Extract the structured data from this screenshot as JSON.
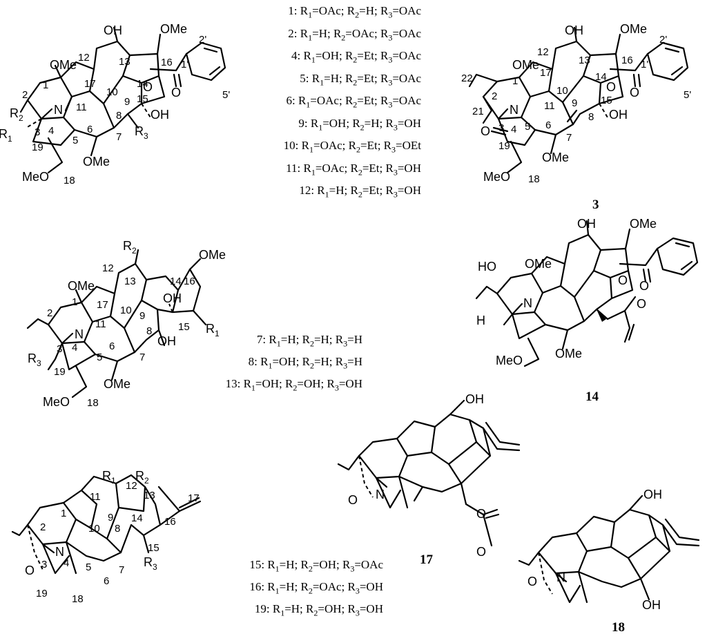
{
  "figure": {
    "group_a": {
      "rows": [
        {
          "id": "1:",
          "r1": "OAc",
          "r2": "H",
          "r3": "OAc"
        },
        {
          "id": "2:",
          "r1": "H",
          "r2": "OAc",
          "r3": "OAc"
        },
        {
          "id": "4:",
          "r1": "OH",
          "r2": "Et",
          "r3": "OAc"
        },
        {
          "id": "5:",
          "r1": "H",
          "r2": "Et",
          "r3": "OAc"
        },
        {
          "id": "6:",
          "r1": "OAc",
          "r2": "Et",
          "r3": "OAc"
        },
        {
          "id": "9:",
          "r1": "OH",
          "r2": "H",
          "r3": "OH"
        },
        {
          "id": "10:",
          "r1": "OAc",
          "r2": "Et",
          "r3": "OEt"
        },
        {
          "id": "11:",
          "r1": "OAc",
          "r2": "Et",
          "r3": "OH"
        },
        {
          "id": "12:",
          "r1": "H",
          "r2": "Et",
          "r3": "OH"
        }
      ]
    },
    "group_b": {
      "rows": [
        {
          "id": "7:",
          "r1": "H",
          "r2": "H",
          "r3": "H"
        },
        {
          "id": "8:",
          "r1": "OH",
          "r2": "H",
          "r3": "H"
        },
        {
          "id": "13:",
          "r1": "OH",
          "r2": "OH",
          "r3": "OH"
        }
      ]
    },
    "group_c": {
      "rows": [
        {
          "id": "15:",
          "r1": "H",
          "r2": "OH",
          "r3": "OAc"
        },
        {
          "id": "16:",
          "r1": "H",
          "r2": "OAc",
          "r3": "OH"
        },
        {
          "id": "19:",
          "r1": "H",
          "r2": "OH",
          "r3": "OH"
        }
      ]
    },
    "compound_labels": {
      "c3": "3",
      "c14": "14",
      "c17": "17",
      "c18": "18"
    },
    "atoms": {
      "oh": "OH",
      "ome": "OMe",
      "meo": "MeO",
      "o": "O",
      "n": "N",
      "h": "H",
      "ho": "HO",
      "r1": "R",
      "r2": "R",
      "r3": "R",
      "sub1": "1",
      "sub2": "2",
      "sub3": "3"
    },
    "numbers": {
      "n1": "1",
      "n2": "2",
      "n3": "3",
      "n4": "4",
      "n5": "5",
      "n6": "6",
      "n7": "7",
      "n8": "8",
      "n9": "9",
      "n10": "10",
      "n11": "11",
      "n12": "12",
      "n13": "13",
      "n14": "14",
      "n15": "15",
      "n16": "16",
      "n17": "17",
      "n18": "18",
      "n19": "19",
      "n21": "21",
      "n22": "22",
      "p1": "1'",
      "p2": "2'",
      "p5": "5'"
    },
    "sub_text": {
      "eq": "=",
      "sep": ";",
      "r": "R"
    }
  }
}
